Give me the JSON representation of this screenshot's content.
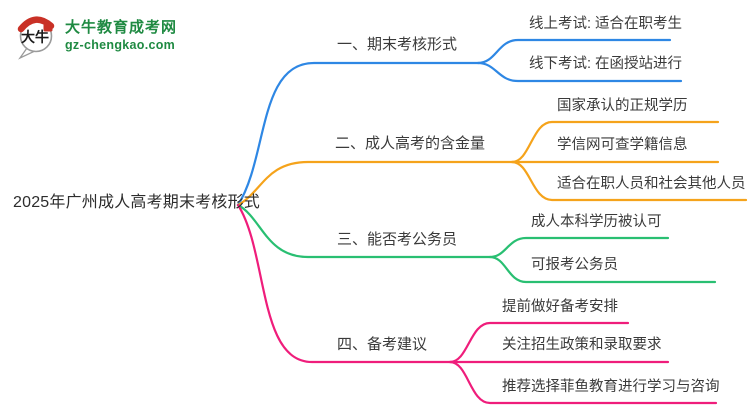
{
  "logo": {
    "icon_text": "大牛",
    "title": "大牛教育成考网",
    "domain": "gz-chengkao.com"
  },
  "colors": {
    "logo_green": "#1f8a42",
    "seal_red": "#c93126",
    "branch_blue": "#2e87e4",
    "branch_orange": "#f5a31b",
    "branch_green": "#29bf72",
    "branch_pink": "#ef1d7b",
    "text": "#3a3a3a"
  },
  "mindmap": {
    "root": {
      "label": "2025年广州成人高考期末考核形式"
    },
    "branches": [
      {
        "label": "一、期末考核形式",
        "color": "#2e87e4",
        "children": [
          {
            "label": "线上考试: 适合在职考生"
          },
          {
            "label": "线下考试: 在函授站进行"
          }
        ]
      },
      {
        "label": "二、成人高考的含金量",
        "color": "#f5a31b",
        "children": [
          {
            "label": "国家承认的正规学历"
          },
          {
            "label": "学信网可查学籍信息"
          },
          {
            "label": "适合在职人员和社会其他人员"
          }
        ]
      },
      {
        "label": "三、能否考公务员",
        "color": "#29bf72",
        "children": [
          {
            "label": "成人本科学历被认可"
          },
          {
            "label": "可报考公务员"
          }
        ]
      },
      {
        "label": "四、备考建议",
        "color": "#ef1d7b",
        "children": [
          {
            "label": "提前做好备考安排"
          },
          {
            "label": "关注招生政策和录取要求"
          },
          {
            "label": "推荐选择菲鱼教育进行学习与咨询"
          }
        ]
      }
    ]
  }
}
